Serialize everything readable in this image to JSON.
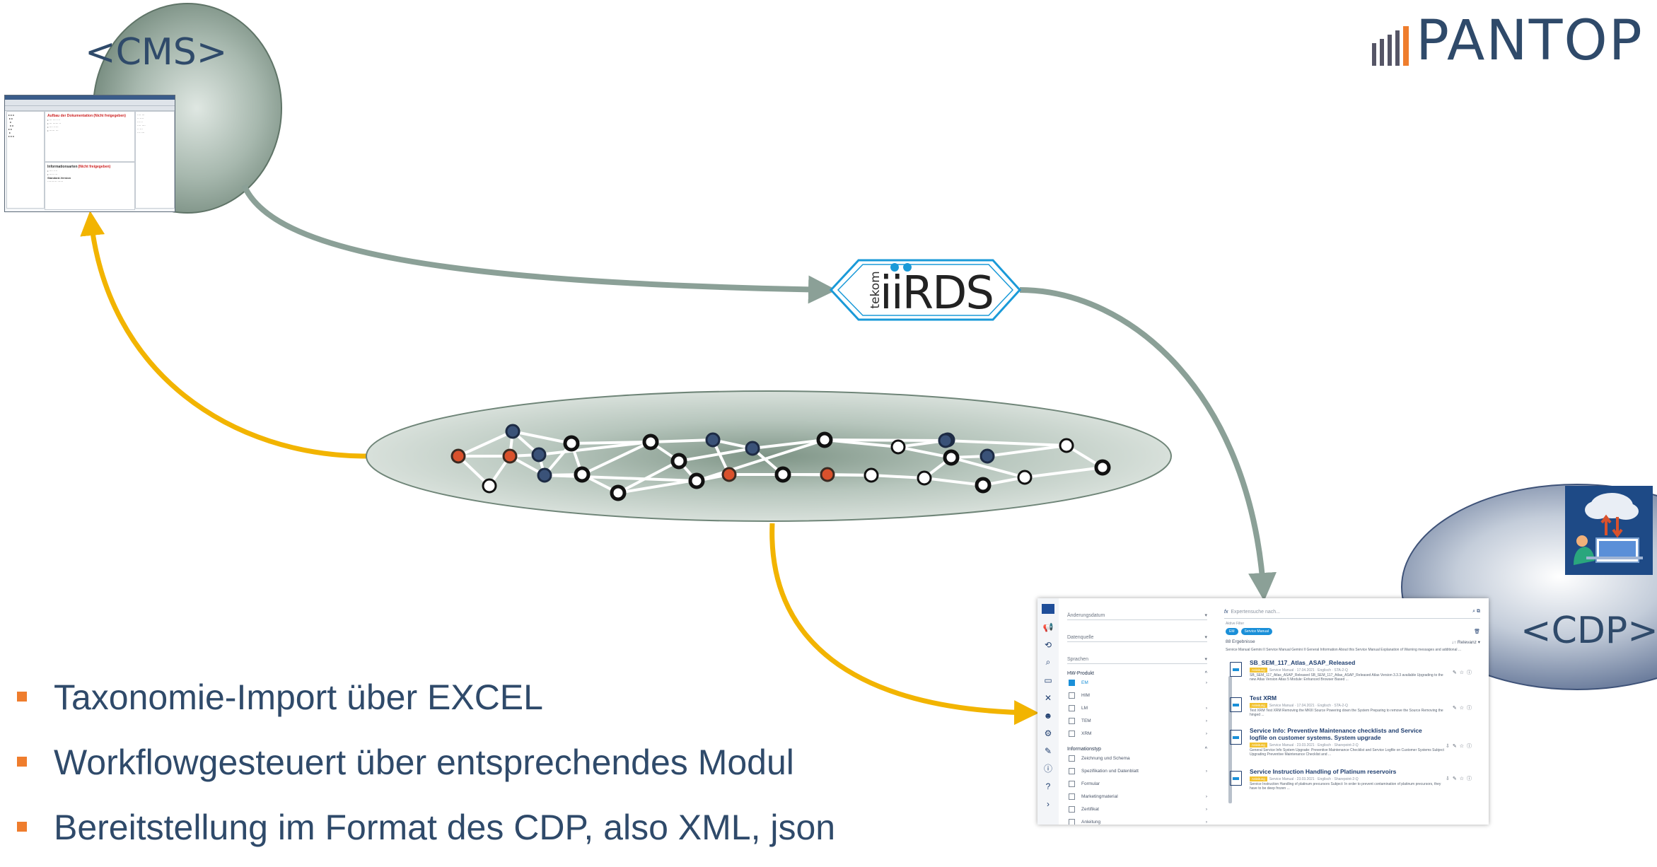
{
  "diagram": {
    "cms_label": "<CMS>",
    "cdp_label": "<CDP>",
    "brand": "PANTOP",
    "iirds_logo": {
      "text": "iiRDS",
      "vertical_text": "tekom"
    },
    "bullets": [
      "Taxonomie-Import über EXCEL",
      "Workflowgesteuert über entsprechendes Modul",
      "Bereitstellung im Format des CDP, also XML, json"
    ],
    "colors": {
      "cms_flow_arrows": "#8ba097",
      "import_arrows": "#f2b400",
      "blob": "#a9bab0",
      "cdp_blob": "#5a6d90",
      "node_blue": "#3a5278",
      "node_orange": "#d9512c",
      "node_white": "#ffffff",
      "node_black": "#151515"
    },
    "node_colors": [
      "orange",
      "blue",
      "orange",
      "blue",
      "white",
      "black",
      "blue",
      "black",
      "black",
      "black",
      "black",
      "blue",
      "black",
      "blue",
      "orange",
      "black",
      "black",
      "orange",
      "white",
      "white",
      "blue",
      "white",
      "blue",
      "black",
      "black",
      "blue",
      "white",
      "white",
      "black"
    ]
  },
  "cms_screenshot": {
    "heading1": "Aufbau der Dokumentation",
    "heading1_tag": "(Nicht freigegeben)",
    "heading2": "Informationsarten",
    "heading2_tag": "(Nicht freigegeben)",
    "sub": "Standard-Version"
  },
  "cdp_screenshot": {
    "filters": {
      "date_select": "Änderungsdatum",
      "source_select": "Datenquelle",
      "lang_select": "Sprachen",
      "hw_heading": "HW-Produkt",
      "hw_items": [
        "EM",
        "HIM",
        "LM",
        "TEM",
        "XRM"
      ],
      "info_heading": "Informationstyp",
      "info_items": [
        "Zeichnung und Schema",
        "Spezifikation und Datenblatt",
        "Formular",
        "Marketingmaterial",
        "Zertifikat",
        "Anleitung"
      ]
    },
    "search_placeholder": "Expertensuche nach...",
    "active_filters_label": "Aktive Filter",
    "chips": [
      "EM",
      "Service Manual"
    ],
    "count": "88 Ergebnisse",
    "sort": "Relevanz",
    "first_desc": "Service Manual Gemini II Service Manual Gemini II General Information About this Service Manual Explanation of Warning messages and additional ...",
    "results": [
      {
        "title": "SB_SEM_117_Atlas_ASAP_Released",
        "tag": "Anleitung",
        "meta": "Service Manual · 17.04.2021 · Englisch · STA-2-Q",
        "desc": "SB_SEM_117_Atlas_ASAP_Released SB_SEM_117_Atlas_ASAP_Released Atlas Version 3.3.3 available Upgrading to the new Atlas Version Atlas 5 Module: Enhanced Browser Based ..."
      },
      {
        "title": "Test XRM",
        "tag": "Anleitung",
        "meta": "Service Manual · 17.04.2021 · Englisch · STA-2-Q",
        "desc": "Test XRM Test XRM Removing the MKIII Source Powering down the System Preparing to remove the Source Removing the hinged ..."
      },
      {
        "title": "Service Info: Preventive Maintenance checklists and Service logfile on customer systems. System upgrade",
        "tag": "Anleitung",
        "meta": "Service Manual · 23.03.2021 · Englisch · Sharepoint-2-Q",
        "desc": "General Service Info System Upgrade: Preventive Maintenance Checklist and Service Logfile on Customer Systems Subject Upgrading Preventive Maintenance Checklist and ..."
      },
      {
        "title": "Service Instruction Handling of Platinum reservoirs",
        "tag": "Anleitung",
        "meta": "Service Manual · 23.03.2021 · Englisch · Sharepoint-2-Q",
        "desc": "Service Instruction Handling of platinum precursors Subject: In order to prevent contamination of platinum precursors, they have to be deep frozen ..."
      }
    ]
  }
}
